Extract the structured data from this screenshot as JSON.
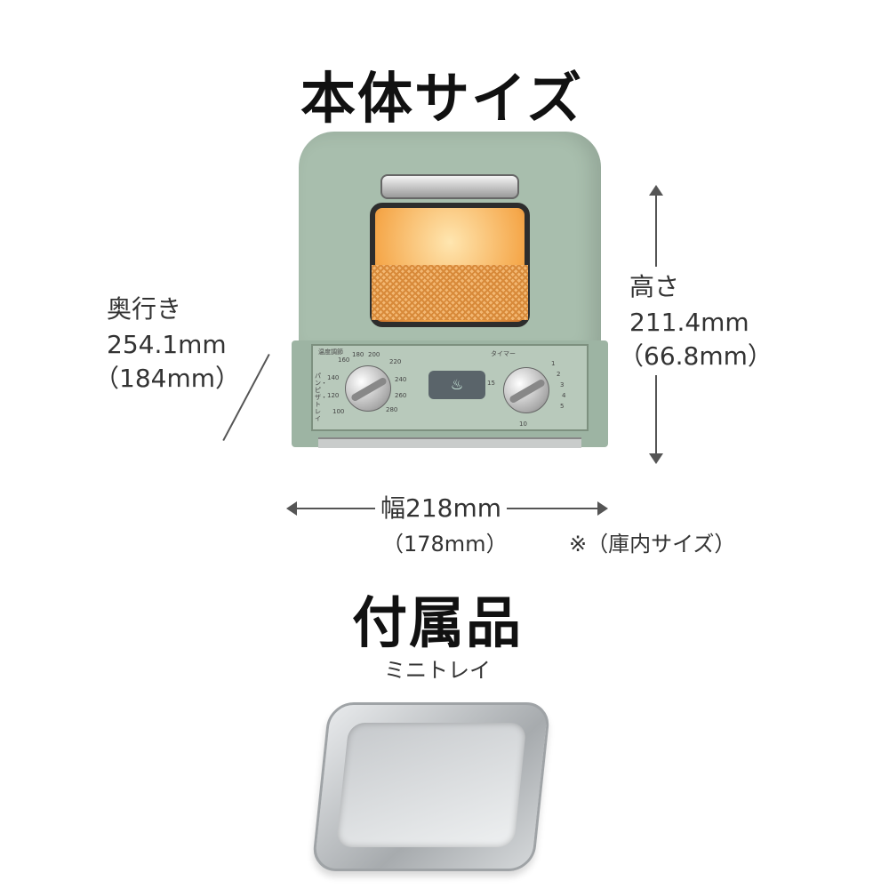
{
  "title": "本体サイズ",
  "depth": {
    "label": "奥行き",
    "value": "254.1mm",
    "inner": "（184mm）"
  },
  "height": {
    "label": "高さ",
    "value": "211.4mm",
    "inner": "（66.8mm）"
  },
  "width": {
    "label": "幅218mm",
    "inner": "（178mm）"
  },
  "note": "※（庫内サイズ）",
  "accessories": {
    "title": "付属品",
    "item": "ミニトレイ"
  },
  "panel": {
    "temp_label": "温度調節",
    "timer_label": "タイマー",
    "temps": [
      "100",
      "120",
      "140",
      "160",
      "180",
      "200",
      "220",
      "240",
      "260",
      "280"
    ],
    "timer_marks": [
      "1",
      "2",
      "3",
      "4",
      "5",
      "10",
      "15"
    ],
    "side_note": "パン・ピザ・トレイ"
  },
  "colors": {
    "body": "#a8bead",
    "window": "#f5a74a"
  }
}
